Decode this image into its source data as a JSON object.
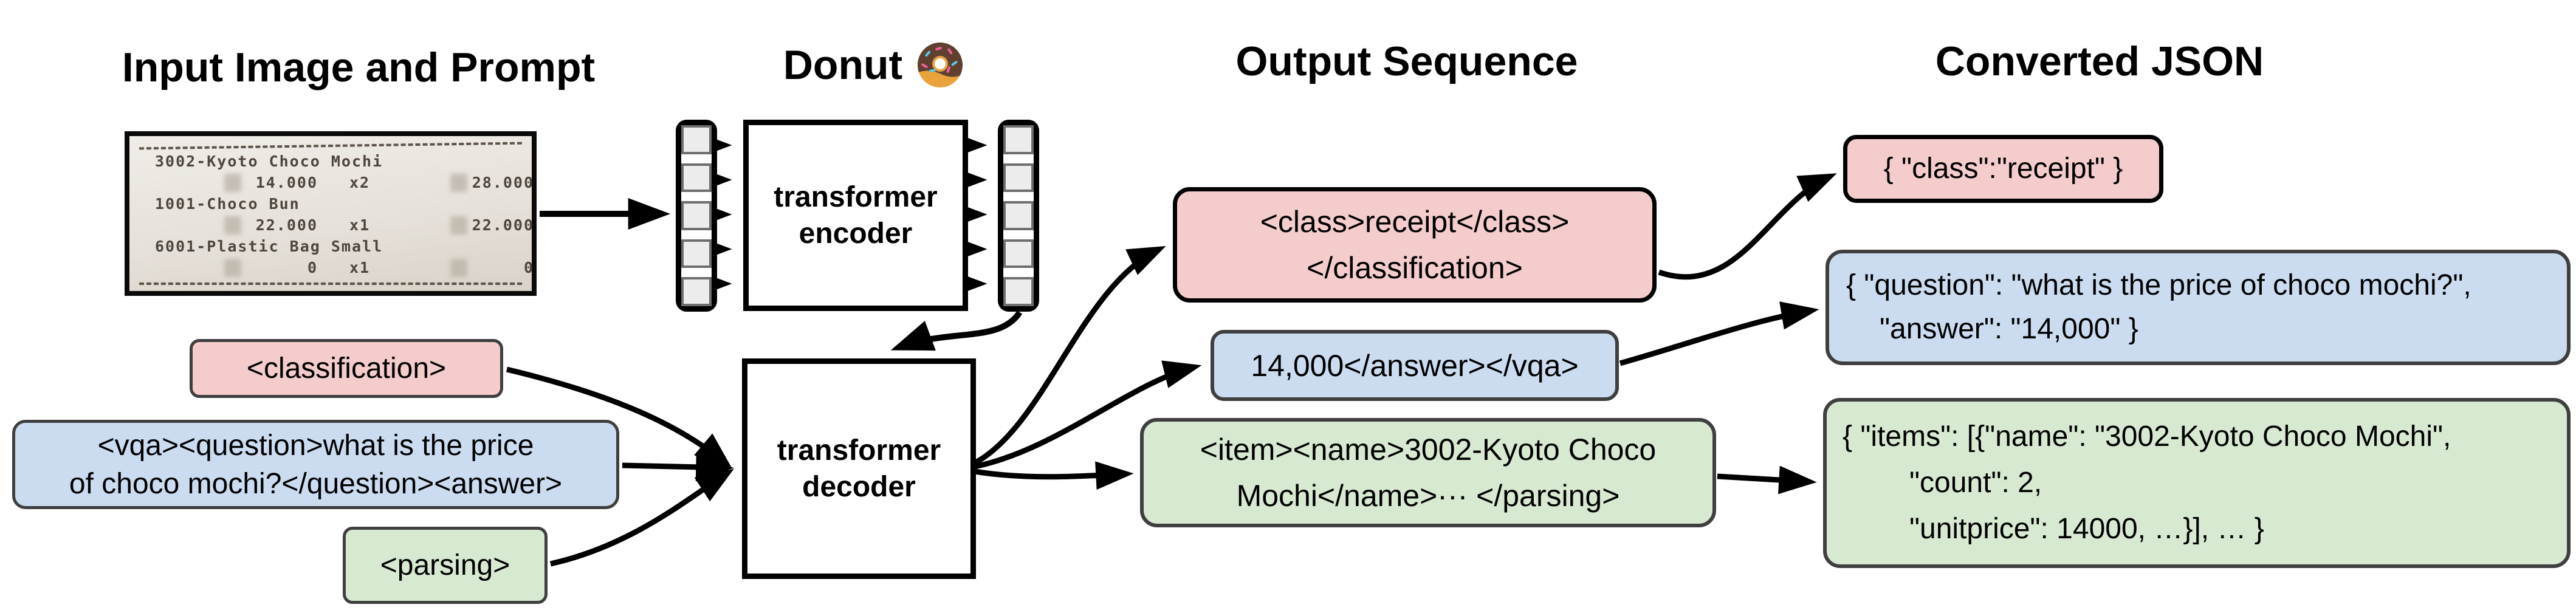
{
  "colors": {
    "pink": "#f4cccc",
    "blue": "#cbdcf1",
    "green": "#d8e9d2",
    "gray": "#3f3f3f",
    "black": "#000000"
  },
  "headers": {
    "input": "Input Image and Prompt",
    "model": "Donut",
    "output": "Output Sequence",
    "json": "Converted JSON"
  },
  "receipt": {
    "rows": [
      {
        "name": "3002-Kyoto Choco Mochi",
        "price": "14.000",
        "qty": "x2",
        "total": "28.000"
      },
      {
        "name": "1001-Choco Bun",
        "price": "22.000",
        "qty": "x1",
        "total": "22.000"
      },
      {
        "name": "6001-Plastic Bag Small",
        "price": "0",
        "qty": "x1",
        "total": "0"
      }
    ]
  },
  "model": {
    "encoder": {
      "line1": "transformer",
      "line2": "encoder"
    },
    "decoder": {
      "line1": "transformer",
      "line2": "decoder"
    }
  },
  "prompts": {
    "classification": {
      "label": "<classification>"
    },
    "vqa": {
      "line1": "<vqa><question>what is the price",
      "line2": "of choco mochi?</question><answer>"
    },
    "parsing": {
      "label": "<parsing>"
    }
  },
  "outputs": {
    "classification": {
      "line1": "<class>receipt</class>",
      "line2": "</classification>"
    },
    "vqa": {
      "label": "14,000</answer></vqa>"
    },
    "parsing": {
      "line1": "<item><name>3002-Kyoto Choco",
      "line2": "Mochi</name>··· </parsing>"
    }
  },
  "converted": {
    "classification": {
      "label": "{ \"class\":\"receipt\" }"
    },
    "vqa": {
      "line1": "{ \"question\": \"what is the price of choco mochi?\",",
      "line2": "\"answer\": \"14,000\" }"
    },
    "parsing": {
      "line1": "{ \"items\": [{\"name\": \"3002-Kyoto Choco Mochi\",",
      "line2": "\"count\": 2,",
      "line3": "\"unitprice\": 14000, …}], … }"
    }
  }
}
